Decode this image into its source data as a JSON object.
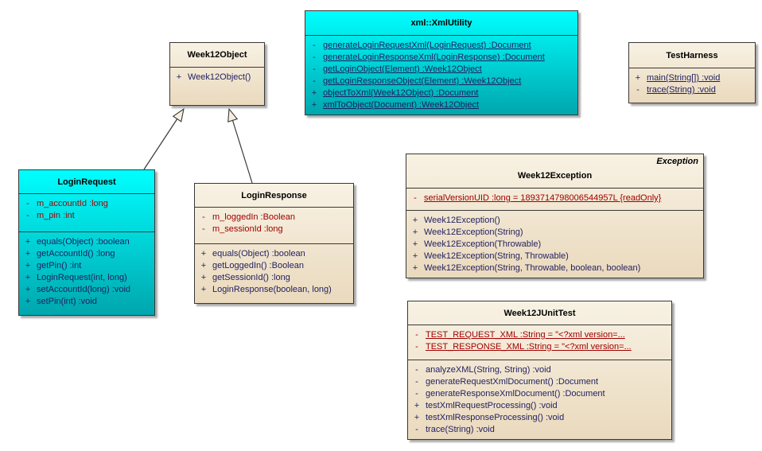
{
  "diagram": {
    "title": "UML class diagram",
    "classes": [
      {
        "id": "week12object",
        "name": "Week12Object",
        "stereotype": null,
        "attributes": [],
        "methods": [
          {
            "vis": "+",
            "text": "Week12Object()",
            "underline": false
          }
        ]
      },
      {
        "id": "xmlutility",
        "name": "xml::XmlUtility",
        "stereotype": null,
        "attributes": [],
        "methods": [
          {
            "vis": "-",
            "text": "generateLoginRequestXml(LoginRequest) :Document",
            "underline": true
          },
          {
            "vis": "-",
            "text": "generateLoginResponseXml(LoginResponse) :Document",
            "underline": true
          },
          {
            "vis": "-",
            "text": "getLoginObject(Element) :Week12Object",
            "underline": true
          },
          {
            "vis": "-",
            "text": "getLoginResponseObject(Element) :Week12Object",
            "underline": true
          },
          {
            "vis": "+",
            "text": "objectToXml(Week12Object) :Document",
            "underline": true
          },
          {
            "vis": "+",
            "text": "xmlToObject(Document) :Week12Object",
            "underline": true
          }
        ]
      },
      {
        "id": "testharness",
        "name": "TestHarness",
        "stereotype": null,
        "attributes": [],
        "methods": [
          {
            "vis": "+",
            "text": "main(String[]) :void",
            "underline": true
          },
          {
            "vis": "-",
            "text": "trace(String) :void",
            "underline": true
          }
        ]
      },
      {
        "id": "loginrequest",
        "name": "LoginRequest",
        "stereotype": null,
        "attributes": [
          {
            "vis": "-",
            "text": "m_accountId :long",
            "underline": false
          },
          {
            "vis": "-",
            "text": "m_pin :int",
            "underline": false
          }
        ],
        "methods": [
          {
            "vis": "+",
            "text": "equals(Object) :boolean",
            "underline": false
          },
          {
            "vis": "+",
            "text": "getAccountId() :long",
            "underline": false
          },
          {
            "vis": "+",
            "text": "getPin() :int",
            "underline": false
          },
          {
            "vis": "+",
            "text": "LoginRequest(int, long)",
            "underline": false
          },
          {
            "vis": "+",
            "text": "setAccountId(long) :void",
            "underline": false
          },
          {
            "vis": "+",
            "text": "setPin(int) :void",
            "underline": false
          }
        ]
      },
      {
        "id": "loginresponse",
        "name": "LoginResponse",
        "stereotype": null,
        "attributes": [
          {
            "vis": "-",
            "text": "m_loggedIn :Boolean",
            "underline": false
          },
          {
            "vis": "-",
            "text": "m_sessionId :long",
            "underline": false
          }
        ],
        "methods": [
          {
            "vis": "+",
            "text": "equals(Object) :boolean",
            "underline": false
          },
          {
            "vis": "+",
            "text": "getLoggedIn() :Boolean",
            "underline": false
          },
          {
            "vis": "+",
            "text": "getSessionId() :long",
            "underline": false
          },
          {
            "vis": "+",
            "text": "LoginResponse(boolean, long)",
            "underline": false
          }
        ]
      },
      {
        "id": "week12exception",
        "name": "Week12Exception",
        "stereotype": "Exception",
        "attributes": [
          {
            "vis": "-",
            "text": "serialVersionUID :long = 1893714798006544957L {readOnly}",
            "underline": true
          }
        ],
        "methods": [
          {
            "vis": "+",
            "text": "Week12Exception()",
            "underline": false
          },
          {
            "vis": "+",
            "text": "Week12Exception(String)",
            "underline": false
          },
          {
            "vis": "+",
            "text": "Week12Exception(Throwable)",
            "underline": false
          },
          {
            "vis": "+",
            "text": "Week12Exception(String, Throwable)",
            "underline": false
          },
          {
            "vis": "+",
            "text": "Week12Exception(String, Throwable, boolean, boolean)",
            "underline": false
          }
        ]
      },
      {
        "id": "week12junittest",
        "name": "Week12JUnitTest",
        "stereotype": null,
        "attributes": [
          {
            "vis": "-",
            "text": "TEST_REQUEST_XML :String = \"<?xml version=...",
            "underline": true
          },
          {
            "vis": "-",
            "text": "TEST_RESPONSE_XML :String = \"<?xml version=...",
            "underline": true
          }
        ],
        "methods": [
          {
            "vis": "-",
            "text": "analyzeXML(String, String) :void",
            "underline": false
          },
          {
            "vis": "-",
            "text": "generateRequestXmlDocument() :Document",
            "underline": false
          },
          {
            "vis": "-",
            "text": "generateResponseXmlDocument() :Document",
            "underline": false
          },
          {
            "vis": "+",
            "text": "testXmlRequestProcessing() :void",
            "underline": false
          },
          {
            "vis": "+",
            "text": "testXmlResponseProcessing() :void",
            "underline": false
          },
          {
            "vis": "-",
            "text": "trace(String) :void",
            "underline": false
          }
        ]
      }
    ],
    "relations": [
      {
        "type": "generalization",
        "from": "LoginRequest",
        "to": "Week12Object"
      },
      {
        "type": "generalization",
        "from": "LoginResponse",
        "to": "Week12Object"
      }
    ]
  },
  "colors": {
    "cyan_fill_top": "#00FFFF",
    "cyan_fill_bottom": "#00A6AE",
    "cream_fill_top": "#F8F2E4",
    "cream_fill_bottom": "#EAD9BD",
    "border": "#383838",
    "shadow": "#ABABAB",
    "attribute_text": "#A00000",
    "operation_text": "#1F1F5F",
    "title_text": "#000000"
  }
}
